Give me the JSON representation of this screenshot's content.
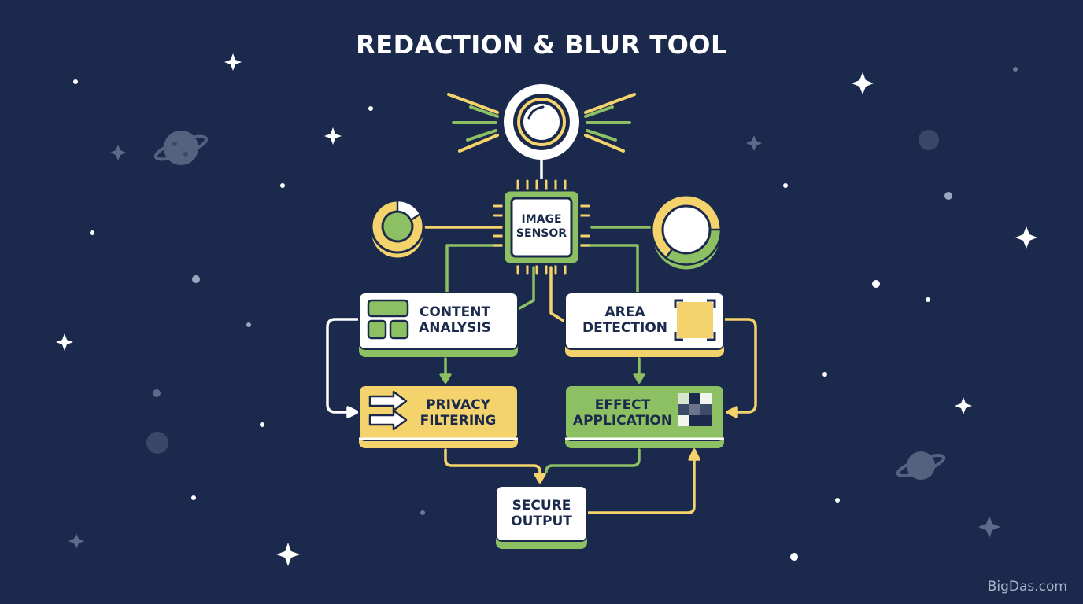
{
  "title": "REDACTION & BLUR TOOL",
  "watermark": "BigDas.com",
  "colors": {
    "background": "#1b2a4c",
    "green": "#8cc063",
    "yellow": "#f5d36c",
    "white": "#ffffff",
    "navy": "#1b2a4c"
  },
  "nodes": {
    "image_sensor": "IMAGE\nSENSOR",
    "content_analysis": "CONTENT\nANALYSIS",
    "area_detection": "AREA\nDETECTION",
    "privacy_filtering": "PRIVACY\nFILTERING",
    "effect_application": "EFFECT\nAPPLICATION",
    "secure_output": "SECURE\nOUTPUT"
  },
  "icons": [
    "camera-lens-icon",
    "processor-chip-icon",
    "donut-chart-icon",
    "pie-chart-icon",
    "grid-layout-icon",
    "selection-box-icon",
    "double-arrow-icon",
    "pixelated-blur-icon",
    "planet-icon",
    "sparkle-star-icon"
  ]
}
